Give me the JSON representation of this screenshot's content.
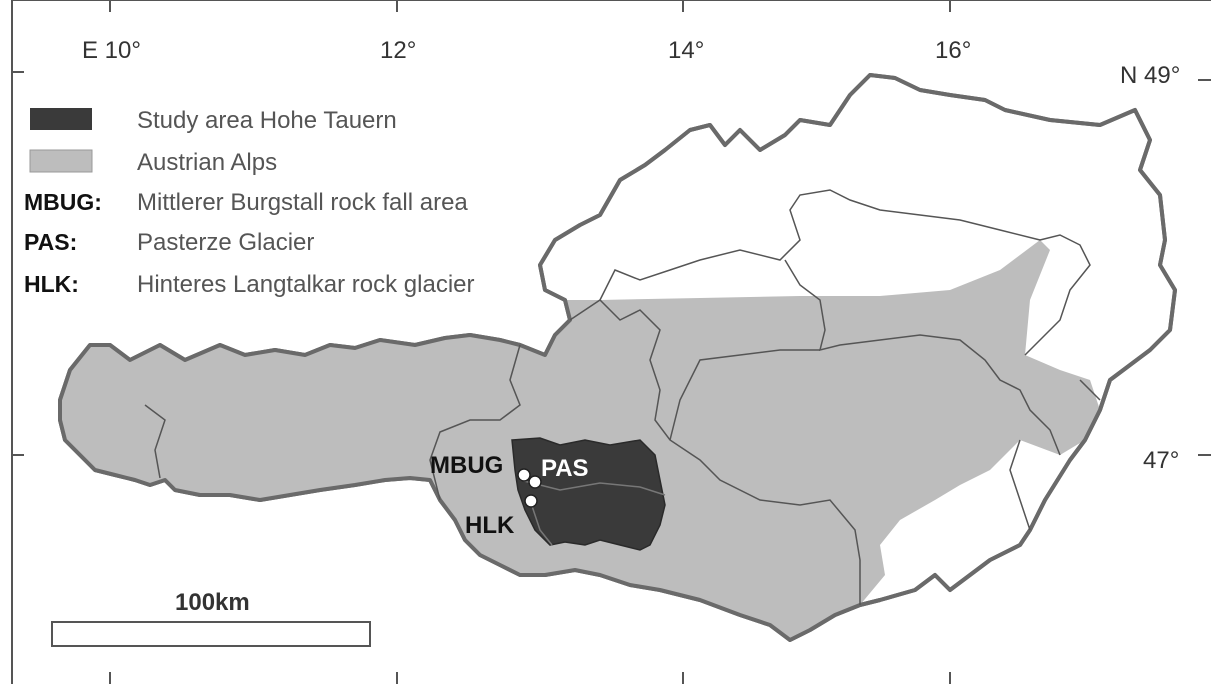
{
  "map": {
    "longitude_labels": [
      "E 10°",
      "12°",
      "14°",
      "16°"
    ],
    "latitude_labels": [
      "N 49°",
      "47°"
    ],
    "legend": {
      "items": [
        {
          "swatch": "dark",
          "abbr": "",
          "text": "Study area Hohe Tauern"
        },
        {
          "swatch": "light",
          "abbr": "",
          "text": "Austrian Alps"
        },
        {
          "swatch": "none",
          "abbr": "MBUG:",
          "text": "Mittlerer Burgstall rock fall area"
        },
        {
          "swatch": "none",
          "abbr": "PAS:",
          "text": "Pasterze Glacier"
        },
        {
          "swatch": "none",
          "abbr": "HLK:",
          "text": "Hinteres Langtalkar rock glacier"
        }
      ]
    },
    "sites": [
      {
        "label": "MBUG"
      },
      {
        "label": "PAS"
      },
      {
        "label": "HLK"
      }
    ],
    "scale_bar": {
      "label": "100km"
    },
    "colors": {
      "study_area": "#3a3a3a",
      "alps": "#bdbdbd",
      "border": "#6a6a6a",
      "frame": "#555555"
    }
  }
}
